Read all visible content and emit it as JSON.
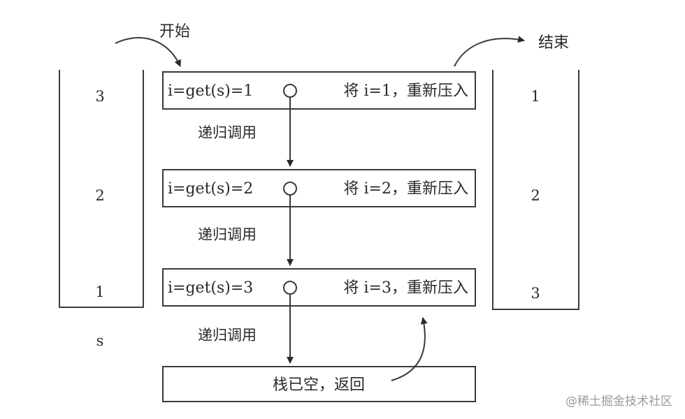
{
  "labels": {
    "start": "开始",
    "end": "结束",
    "stack_name": "s"
  },
  "left_stack": {
    "items": [
      "3",
      "2",
      "1"
    ]
  },
  "right_stack": {
    "items": [
      "1",
      "2",
      "3"
    ]
  },
  "calls": [
    {
      "expr": "i=get(s)=1",
      "action": "将 i=1，重新压入"
    },
    {
      "expr": "i=get(s)=2",
      "action": "将 i=2，重新压入"
    },
    {
      "expr": "i=get(s)=3",
      "action": "将 i=3，重新压入"
    }
  ],
  "recursive_call_label": "递归调用",
  "empty_box_text": "栈已空，返回",
  "watermark": "@稀土掘金技术社区"
}
